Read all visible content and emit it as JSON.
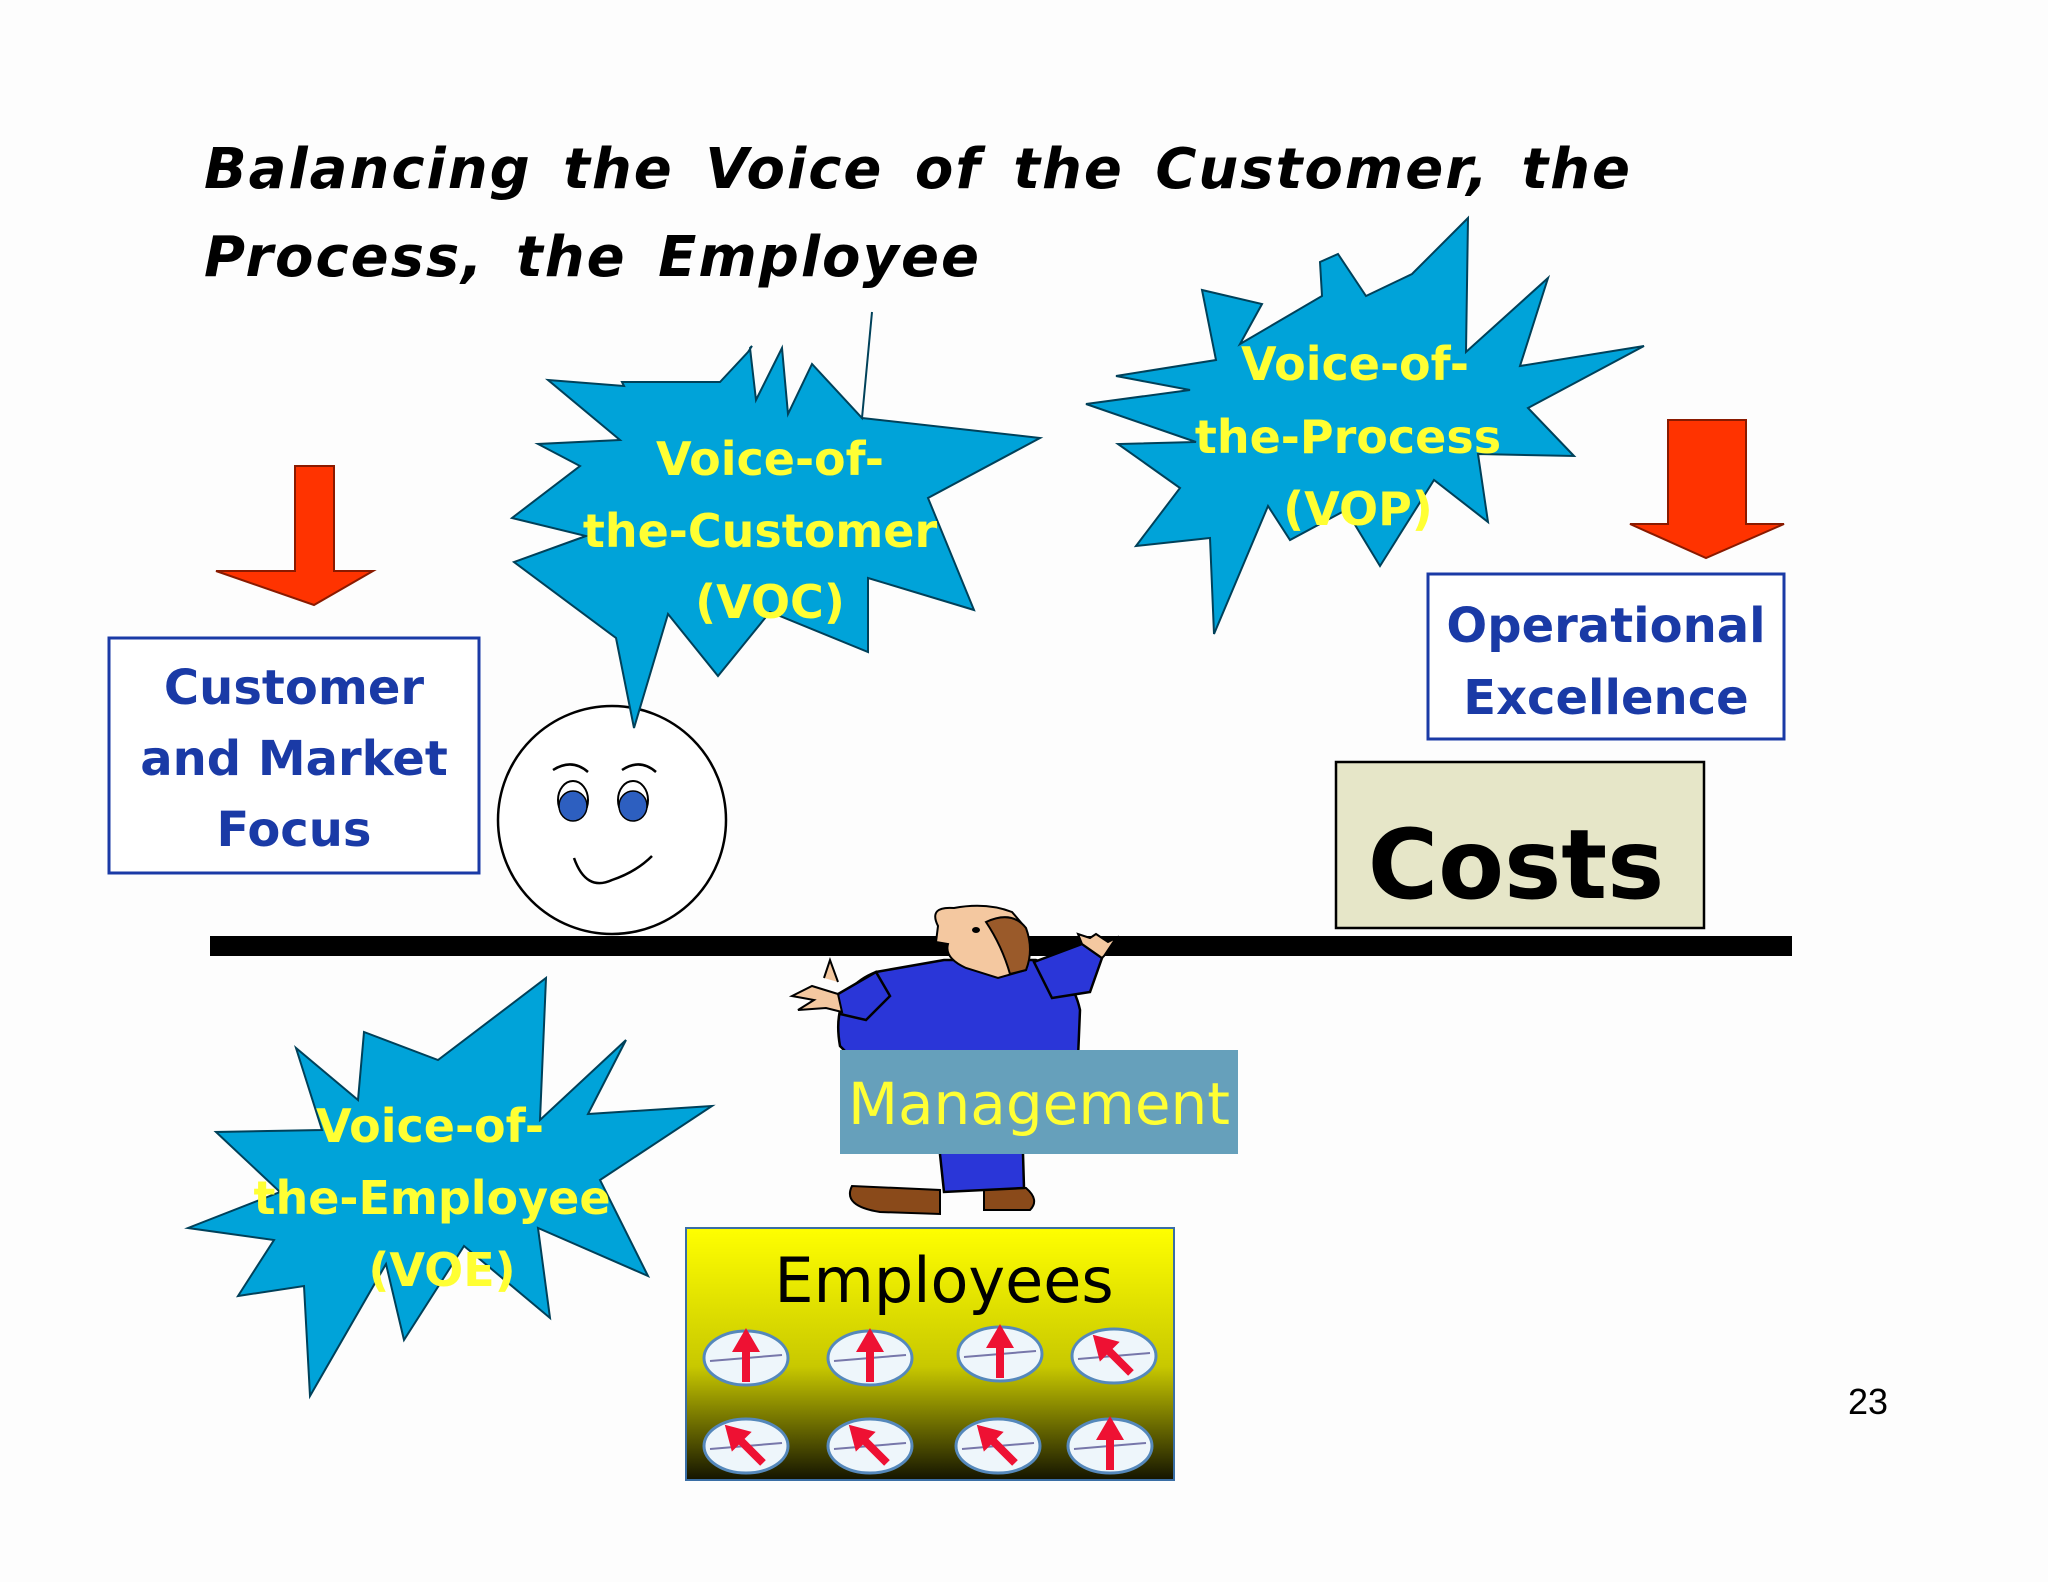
{
  "slide": {
    "title": "Balancing the Voice of the Customer, the Process, the Employee",
    "page_number": "23"
  },
  "bursts": {
    "voc": {
      "line1": "Voice-of-",
      "line2": "the-Customer",
      "line3": "(VOC)"
    },
    "vop": {
      "line1": "Voice-of-",
      "line2": "the-Process",
      "line3": "(VOP)"
    },
    "voe": {
      "line1": "Voice-of-",
      "line2": "the-Employee",
      "line3": "(VOE)"
    }
  },
  "boxes": {
    "customer_focus": {
      "line1": "Customer",
      "line2": "and Market",
      "line3": "Focus"
    },
    "operational_excellence": {
      "line1": "Operational",
      "line2": "Excellence"
    },
    "costs": "Costs",
    "management": "Management",
    "employees": "Employees"
  },
  "colors": {
    "burst_fill": "#00a3d9",
    "burst_text": "#ffff33",
    "arrow_red": "#ff3300",
    "box_border_blue": "#1a3aa6",
    "costs_fill": "#e6e6c8",
    "management_fill": "#66a0bb",
    "suit_blue": "#2a36d8"
  },
  "icons": [
    "down-arrow-icon",
    "smiley-face-icon",
    "manager-figure-icon",
    "compass-icon"
  ]
}
